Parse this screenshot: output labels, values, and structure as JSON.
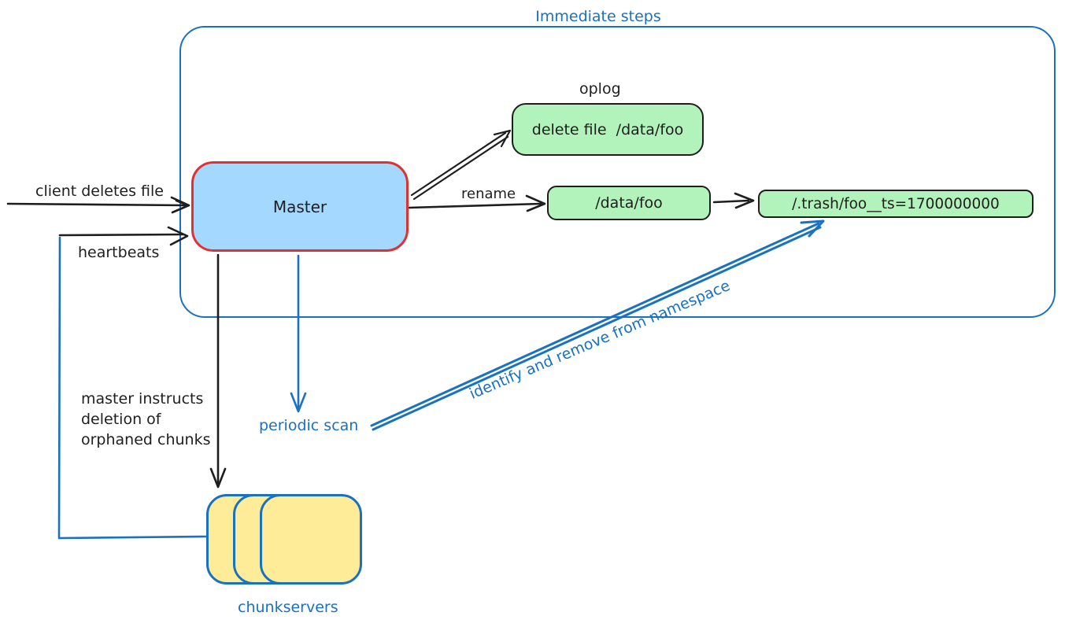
{
  "title": "Immediate steps",
  "nodes": {
    "master": {
      "label": "Master"
    },
    "oplog_caption": "oplog",
    "oplog_entry": {
      "label": "delete file  /data/foo"
    },
    "renamed_path": {
      "label": "/data/foo"
    },
    "trash_path": {
      "label": "/.trash/foo__ts=1700000000"
    },
    "chunkservers": {
      "label": "chunkservers"
    }
  },
  "edges": {
    "client_deletes_file": "client deletes file",
    "heartbeats": "heartbeats",
    "rename": "rename",
    "master_instructs": "master instructs\ndeletion of\norphaned chunks",
    "periodic_scan": "periodic scan",
    "identify_remove": "identify and remove from namespace"
  },
  "colors": {
    "accent_blue": "#1971c2",
    "master_fill": "#a5d8ff",
    "master_border": "#e03131",
    "green_fill": "#b2f2bb",
    "yellow_fill": "#ffec99",
    "ink": "#1e1e1e"
  }
}
